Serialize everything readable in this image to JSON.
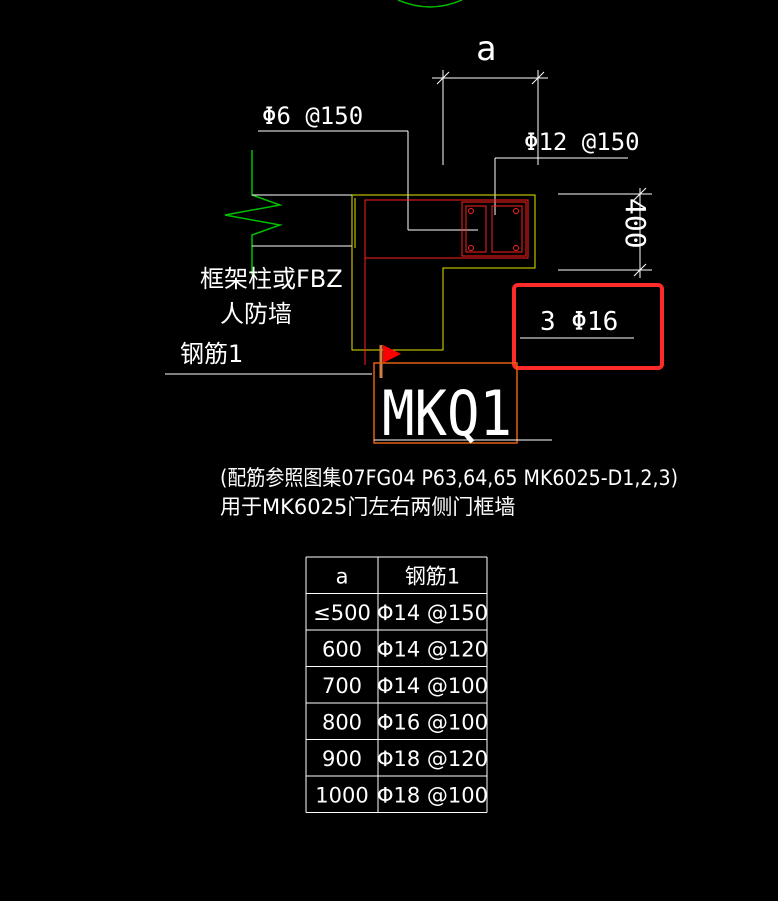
{
  "colors": {
    "background": "#000000",
    "line_white": "#ffffff",
    "line_yellow": "#e6e600",
    "line_red": "#ff2020",
    "line_green": "#00c000",
    "line_orange": "#e06010",
    "highlight_box": "#ff2a2a",
    "flag": "#ff0000"
  },
  "labels": {
    "dim_a": "a",
    "stirrup": "Φ6 @150",
    "rebar_top": "Φ12 @150",
    "dim_400": "400",
    "column_note_1": "框架柱或FBZ",
    "column_note_2": "人防墙",
    "rebar1": "钢筋1",
    "longitudinal": "3 Φ16",
    "tag": "MKQ1"
  },
  "notes": {
    "line1": "(配筋参照图集07FG04  P63,64,65  MK6025-D1,2,3)",
    "line2": "用于MK6025门左右两侧门框墙"
  },
  "table": {
    "headers": [
      "a",
      "钢筋1"
    ],
    "rows": [
      [
        "≤500",
        "Φ14 @150"
      ],
      [
        "600",
        "Φ14 @120"
      ],
      [
        "700",
        "Φ14 @100"
      ],
      [
        "800",
        "Φ16 @100"
      ],
      [
        "900",
        "Φ18 @120"
      ],
      [
        "1000",
        "Φ18 @100"
      ]
    ]
  }
}
